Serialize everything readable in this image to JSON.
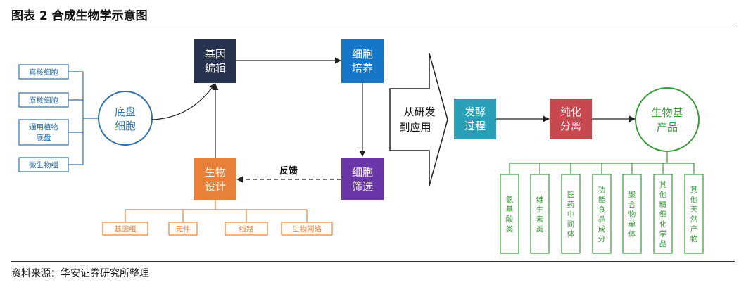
{
  "title": "图表 2 合成生物学示意图",
  "source": "资料来源：华安证券研究所整理",
  "colors": {
    "dark_navy": "#27324f",
    "blue": "#1677c9",
    "purple": "#6a35a6",
    "orange": "#e8803a",
    "teal": "#2aa0b8",
    "red": "#c84850",
    "green": "#3a9a3a",
    "left_blue": "#2f6fab"
  },
  "left_boxes": [
    "真核细胞",
    "原核细胞",
    "通用植物底盘",
    "微生物组"
  ],
  "chassis": "底盘细胞",
  "gene_edit": "基因编辑",
  "culture": "细胞培养",
  "screen": "细胞筛选",
  "design": "生物设计",
  "feedback": "反馈",
  "bottom_items": [
    "基因组",
    "元件",
    "线路",
    "生物网格"
  ],
  "arrow_label": "从研发到应用",
  "fermentation": "发酵过程",
  "purification": "纯化分离",
  "product": "生物基产品",
  "products": [
    "氨基酸类",
    "维生素类",
    "医药中间体",
    "功能食品成分",
    "聚合物单体",
    "其他精细化学品",
    "其他天然产物"
  ]
}
